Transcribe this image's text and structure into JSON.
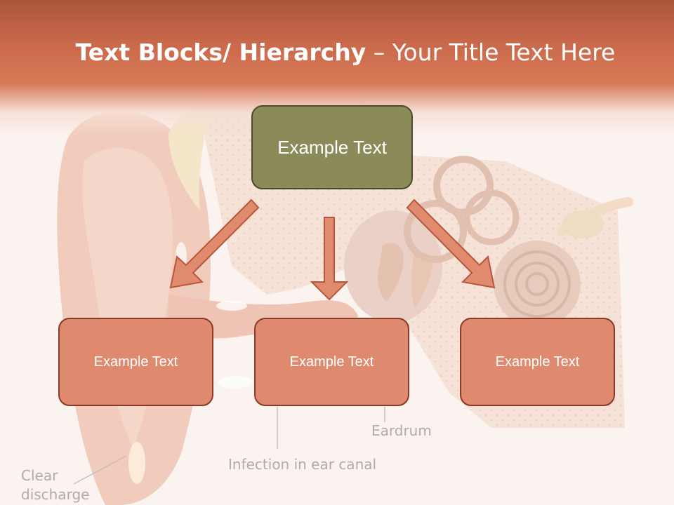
{
  "title": {
    "bold": "Text Blocks/ Hierarchy",
    "rest": " – Your Title Text Here"
  },
  "hierarchy": {
    "top": "Example Text",
    "children": [
      "Example Text",
      "Example Text",
      "Example Text"
    ]
  },
  "labels": {
    "eardrum": "Eardrum",
    "infection": "Infection in ear canal",
    "discharge_line1": "Clear",
    "discharge_line2": "discharge"
  },
  "colors": {
    "header": "#d06c4c",
    "top_box": "#8b8b5a",
    "child_box": "#df8a6e",
    "arrow": "#e08a6e"
  }
}
